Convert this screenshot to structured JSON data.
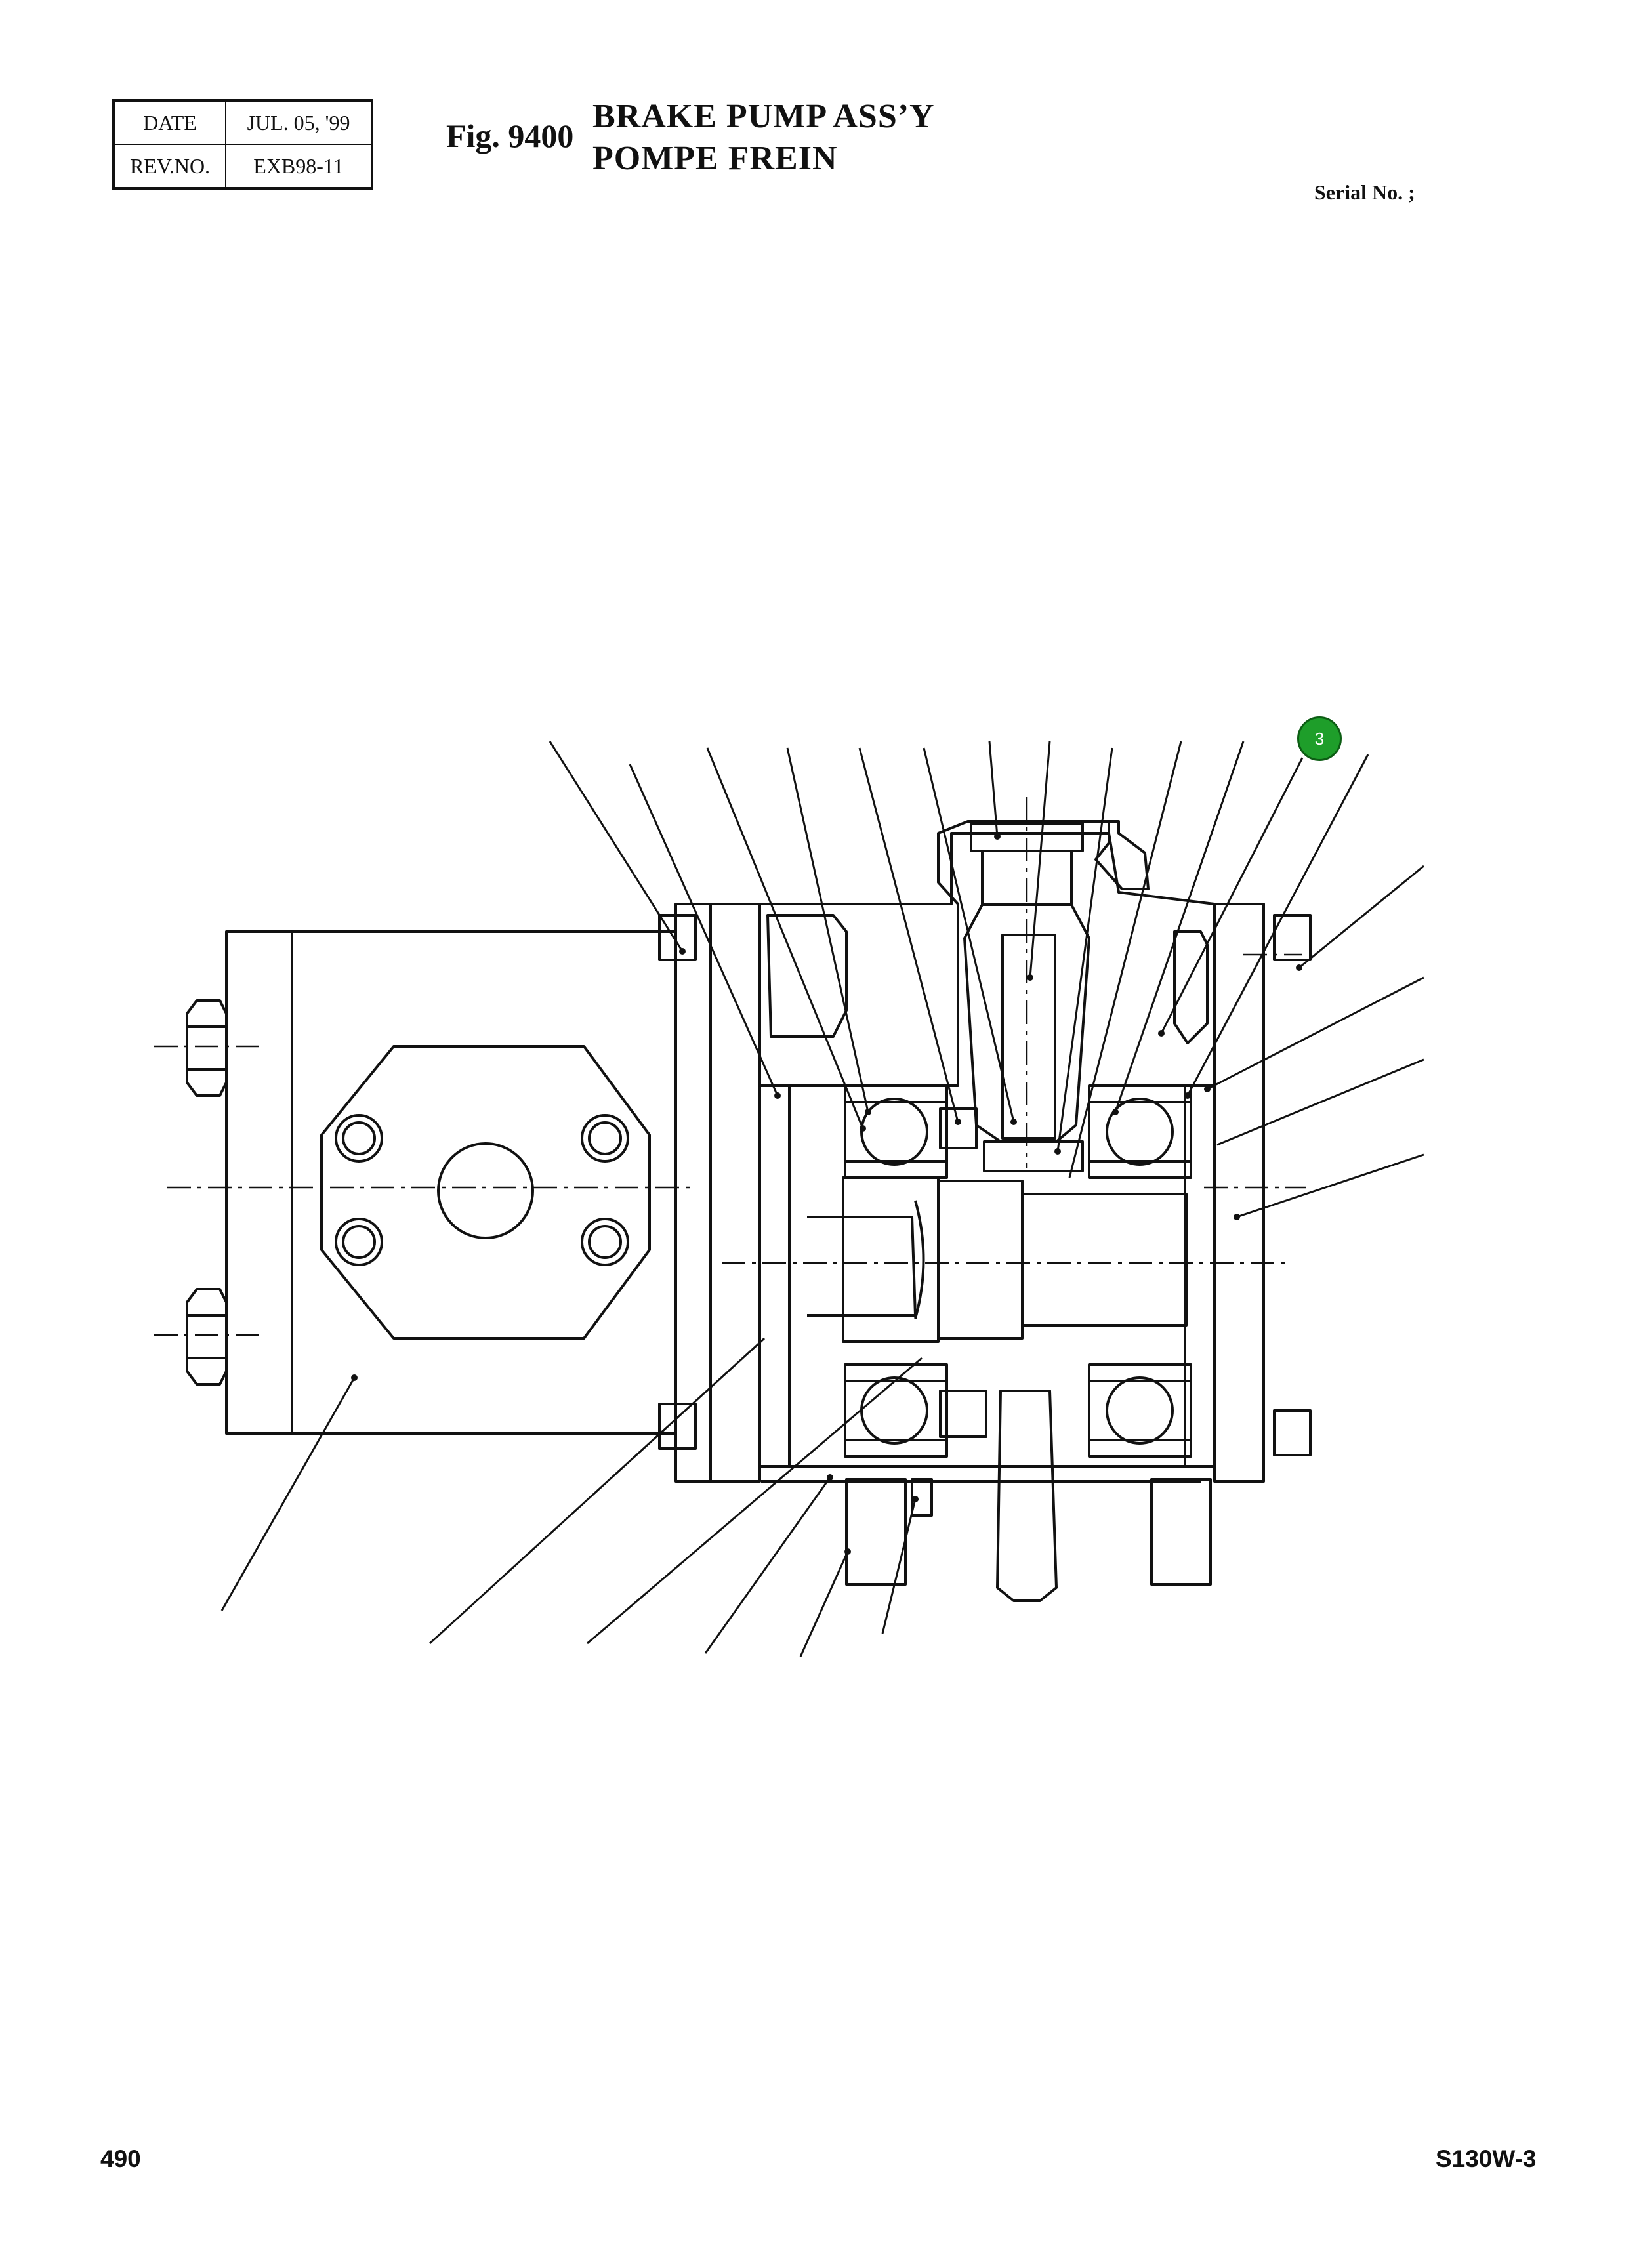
{
  "header": {
    "date_label": "DATE",
    "date_value": "JUL. 05, '99",
    "rev_label": "REV.NO.",
    "rev_value": "EXB98-11",
    "fig_label": "Fig. 9400",
    "title_en": "BRAKE PUMP ASS’Y",
    "title_fr": "POMPE FREIN",
    "serial_label": "Serial No. ;"
  },
  "drawing": {
    "callout_number": "3",
    "callout_color": "#1e9e2a"
  },
  "footer": {
    "page_number": "490",
    "model_code": "S130W-3"
  }
}
